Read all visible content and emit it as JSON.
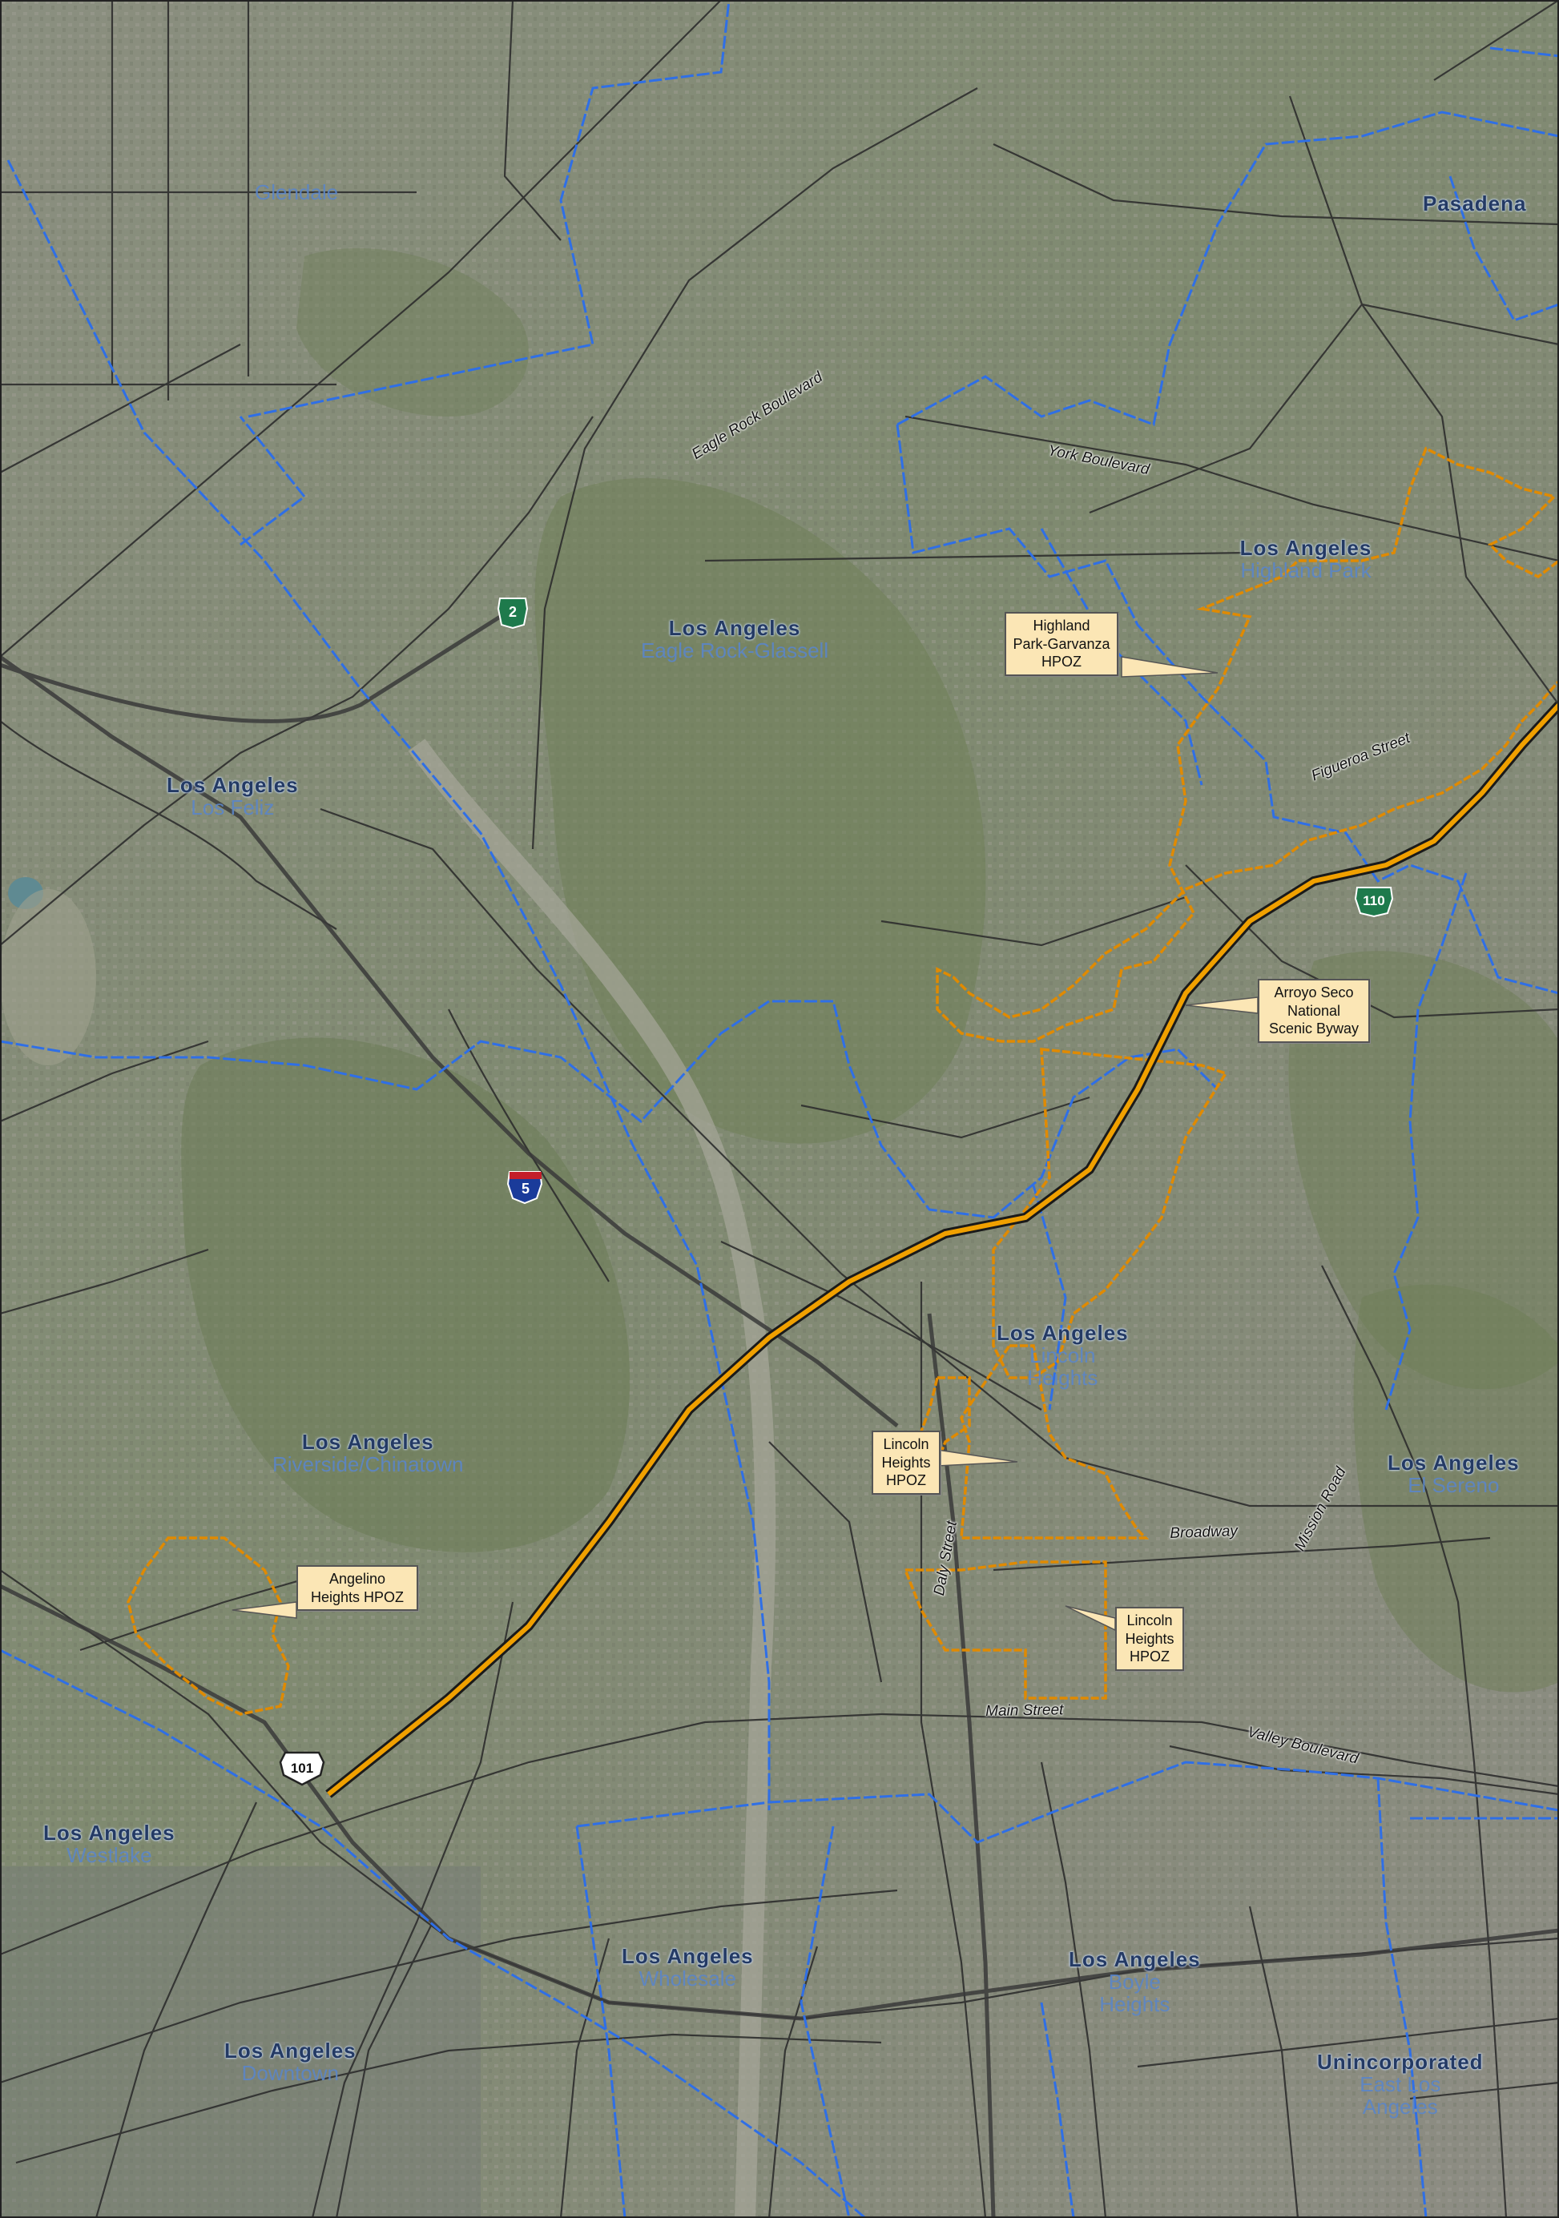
{
  "area_labels": [
    {
      "city": "",
      "sub": "Glendale"
    },
    {
      "city": "Pasadena",
      "sub": ""
    },
    {
      "city": "Los Angeles",
      "sub": "Highland Park"
    },
    {
      "city": "Los Angeles",
      "sub": "Eagle Rock-Glassell"
    },
    {
      "city": "Los Angeles",
      "sub": "Los Feliz"
    },
    {
      "city": "Los Angeles",
      "sub": "Lincoln Heights"
    },
    {
      "city": "Los Angeles",
      "sub": "Riverside/Chinatown"
    },
    {
      "city": "Los Angeles",
      "sub": "El Sereno"
    },
    {
      "city": "Los Angeles",
      "sub": "Westlake"
    },
    {
      "city": "Los Angeles",
      "sub": "Wholesale"
    },
    {
      "city": "Los Angeles",
      "sub": "Boyle Heights"
    },
    {
      "city": "Los Angeles",
      "sub": "Downtown"
    },
    {
      "city": "Unincorporated",
      "sub": "East Los Angeles"
    }
  ],
  "streets": {
    "eagle_rock": "Eagle Rock Boulevard",
    "york": "York Boulevard",
    "figueroa": "Figueroa Street",
    "mission": "Mission Road",
    "broadway": "Broadway",
    "daly": "Daly Street",
    "main": "Main Street",
    "valley": "Valley Boulevard"
  },
  "callouts": {
    "highland": [
      "Highland",
      "Park-Garvanza",
      "HPOZ"
    ],
    "arroyo": [
      "Arroyo Seco",
      "National",
      "Scenic Byway"
    ],
    "lincoln_north": [
      "Lincoln",
      "Heights",
      "HPOZ"
    ],
    "lincoln_south": [
      "Lincoln",
      "Heights",
      "HPOZ"
    ],
    "angelino": [
      "Angelino",
      "Heights HPOZ"
    ]
  },
  "shields": {
    "sr2": "2",
    "sr110": "110",
    "i5": "5",
    "us101": "101"
  },
  "colors": {
    "imagery_base": "#8a8f7a",
    "boundary_blue": "#2f6fe6",
    "road_dark": "#2d2d2d",
    "hpoz_orange": "#e08a00",
    "byway_orange": "#f0a000",
    "callout_fill": "#fbe6b5"
  }
}
